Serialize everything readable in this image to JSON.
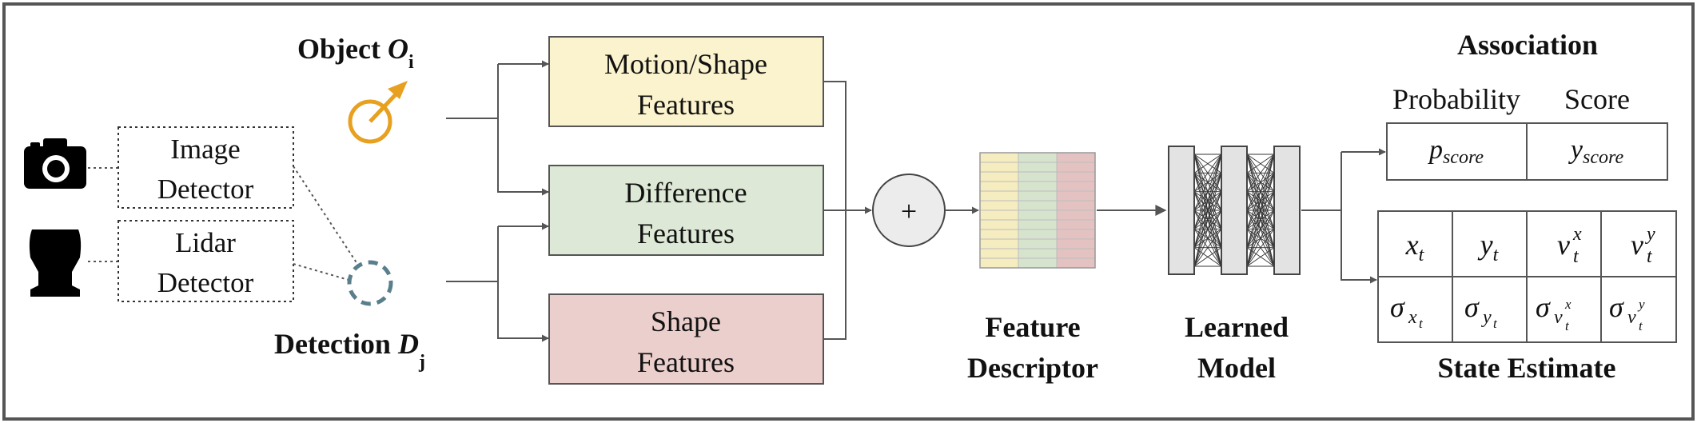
{
  "object": {
    "prefix": "Object ",
    "symbol": "O",
    "sub": "i"
  },
  "detection": {
    "prefix": "Detection ",
    "symbol": "D",
    "sub": "j"
  },
  "sensors": {
    "image": {
      "line1": "Image",
      "line2": "Detector"
    },
    "lidar": {
      "line1": "Lidar",
      "line2": "Detector"
    }
  },
  "features": {
    "motion": {
      "line1": "Motion/Shape",
      "line2": "Features",
      "color": "#faf3cd"
    },
    "difference": {
      "line1": "Difference",
      "line2": "Features",
      "color": "#dde9d6"
    },
    "shape": {
      "line1": "Shape",
      "line2": "Features",
      "color": "#ebcfcd"
    }
  },
  "combine_symbol": "+",
  "descriptor": {
    "line1": "Feature",
    "line2": "Descriptor"
  },
  "model": {
    "line1": "Learned",
    "line2": "Model"
  },
  "association": {
    "title": "Association",
    "col1": "Probability",
    "col2": "Score",
    "cell1": {
      "base": "p",
      "sub": "score"
    },
    "cell2": {
      "base": "y",
      "sub": "score"
    }
  },
  "state": {
    "title": "State Estimate",
    "row1": [
      {
        "base": "x",
        "sub": "t",
        "sup": ""
      },
      {
        "base": "y",
        "sub": "t",
        "sup": ""
      },
      {
        "base": "v",
        "sub": "t",
        "sup": "x"
      },
      {
        "base": "v",
        "sub": "t",
        "sup": "y"
      }
    ],
    "row2": [
      {
        "base": "σ",
        "sub": "x",
        "subsub": "t",
        "sup": ""
      },
      {
        "base": "σ",
        "sub": "y",
        "subsub": "t",
        "sup": ""
      },
      {
        "base": "σ",
        "sub": "v",
        "subsub": "t",
        "sup": "x"
      },
      {
        "base": "σ",
        "sub": "v",
        "subsub": "t",
        "sup": "y"
      }
    ]
  },
  "colors": {
    "accent_orange": "#e8a020",
    "detection_teal": "#5a7f8c",
    "stroke": "#555555",
    "descriptor_yellow": "#f5ecc0",
    "descriptor_green": "#d6e3cd",
    "descriptor_red": "#e4c2c2"
  }
}
